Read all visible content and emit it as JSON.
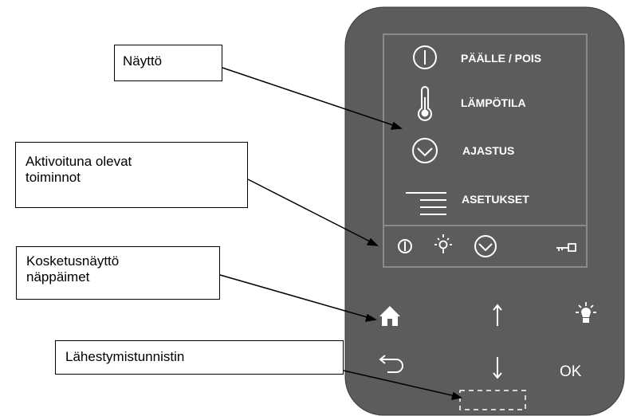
{
  "callouts": {
    "display": "Näyttö",
    "active_functions": "Aktivoituna olevat toiminnot",
    "touch_keys": "Kosketusnäyttö näppäimet",
    "proximity_sensor": "Lähestymistunnistin"
  },
  "device": {
    "menu": [
      {
        "label": "PÄÄLLE / POIS",
        "icon": "power-icon"
      },
      {
        "label": "LÄMPÖTILA",
        "icon": "thermometer-icon"
      },
      {
        "label": "AJASTUS",
        "icon": "clock-icon"
      },
      {
        "label": "ASETUKSET",
        "icon": "settings-lines-icon"
      }
    ],
    "status_icons": [
      "power-icon",
      "light-bulb-icon",
      "clock-icon",
      "key-icon"
    ],
    "buttons": {
      "home": "home-icon",
      "up": "arrow-up-icon",
      "light": "light-bulb-icon",
      "back": "back-arrow-icon",
      "down": "arrow-down-icon",
      "ok_label": "OK"
    }
  },
  "colors": {
    "device_body": "#5c5c5c",
    "icon": "#ffffff",
    "screen_border": "#8a8a8a"
  }
}
